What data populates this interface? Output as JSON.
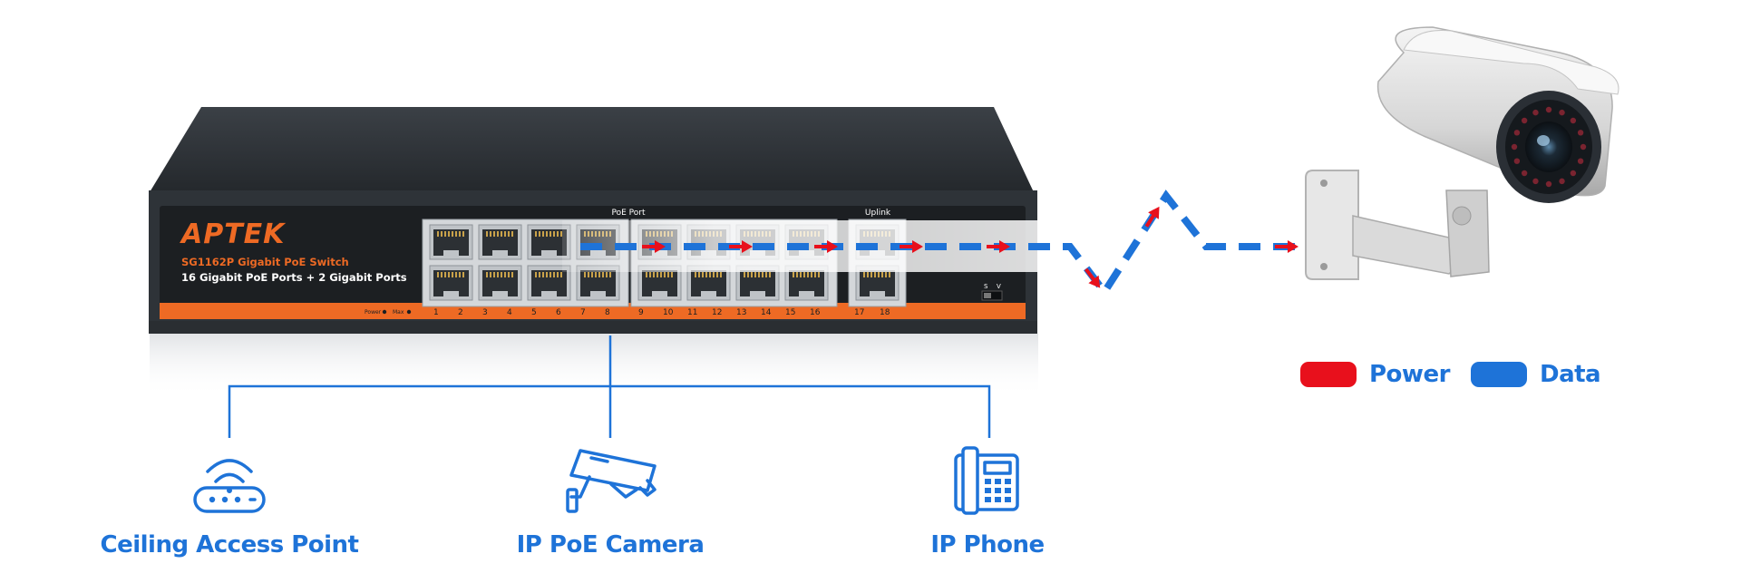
{
  "switch": {
    "brand": "APTEK",
    "model": "SG1162P Gigabit PoE Switch",
    "description": "16 Gigabit PoE Ports + 2 Gigabit Ports",
    "poe_port_label": "PoE Port",
    "uplink_label": "Uplink",
    "led_labels": [
      "Power",
      "Max"
    ],
    "port_numbers": [
      "1",
      "2",
      "3",
      "4",
      "5",
      "6",
      "7",
      "8",
      "9",
      "10",
      "11",
      "12",
      "13",
      "14",
      "15",
      "16",
      "17",
      "18"
    ],
    "switch_labels": [
      "S",
      "V"
    ]
  },
  "devices": [
    {
      "label": "Ceiling Access Point",
      "icon": "router-icon"
    },
    {
      "label": "IP PoE Camera",
      "icon": "cctv-camera-icon"
    },
    {
      "label": "IP Phone",
      "icon": "ip-phone-icon"
    }
  ],
  "legend": [
    {
      "label": "Power",
      "color": "#e8101c"
    },
    {
      "label": "Data",
      "color": "#1e73d8"
    }
  ],
  "colors": {
    "accent": "#1e73d8",
    "power": "#e8101c",
    "switch_body": "#2e3338",
    "brand_orange": "#ee6a24"
  }
}
